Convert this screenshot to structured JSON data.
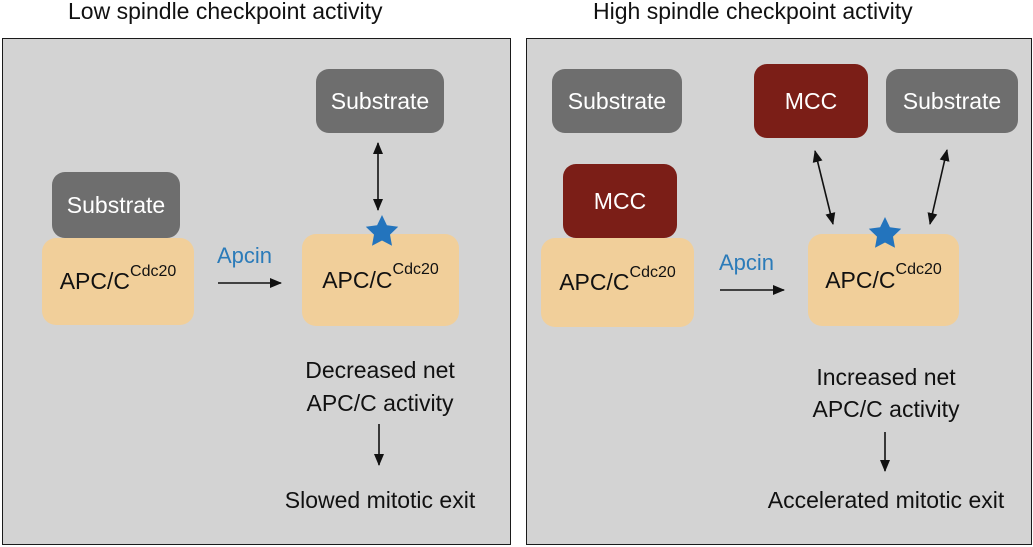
{
  "titles": {
    "left": "Low spindle checkpoint activity",
    "right": "High spindle checkpoint activity"
  },
  "labels": {
    "substrate": "Substrate",
    "mcc": "MCC",
    "apc_main": "APC/C",
    "apc_sup": "Cdc20",
    "apcin": "Apcin"
  },
  "left_panel": {
    "outcome_line1": "Decreased net",
    "outcome_line2": "APC/C activity",
    "result": "Slowed mitotic exit"
  },
  "right_panel": {
    "outcome_line1": "Increased net",
    "outcome_line2": "APC/C activity",
    "result": "Accelerated mitotic exit"
  },
  "colors": {
    "panel_bg": "#d3d3d3",
    "substrate": "#6e6e6e",
    "mcc": "#7b1e17",
    "apc": "#f1cf9a",
    "apcin_text": "#2b7bb9",
    "star": "#2374bd"
  },
  "icons": {
    "binding_site": "star-icon"
  }
}
